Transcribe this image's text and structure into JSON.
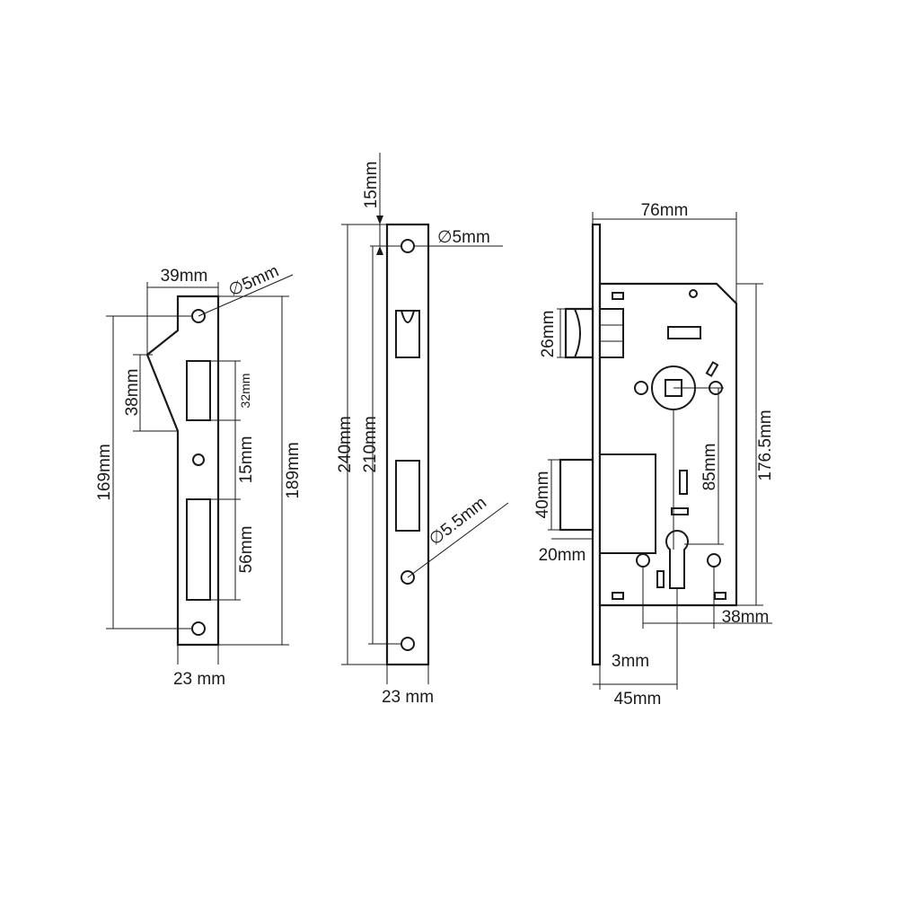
{
  "strike_plate": {
    "width_label": "39mm",
    "hole_label": "∅5mm",
    "latch_opening_label": "38mm",
    "latch_slot_label": "32mm",
    "spacing_label": "15mm",
    "bolt_slot_label": "56mm",
    "hole_span_label": "169mm",
    "length_label": "189mm",
    "bottom_width_label": "23 mm"
  },
  "face_plate": {
    "top_offset_label": "15mm",
    "hole_label": "∅5mm",
    "length_label": "240mm",
    "hole_span_label": "210mm",
    "lower_hole_label": "∅5.5mm",
    "width_label": "23 mm"
  },
  "lock_body": {
    "width_label": "76mm",
    "latch_label": "26mm",
    "height_label": "176.5mm",
    "center_distance_label": "85mm",
    "deadbolt_label": "40mm",
    "throw_label": "20mm",
    "cylinder_label": "38mm",
    "faceplate_thickness_label": "3mm",
    "backset_label": "45mm"
  }
}
